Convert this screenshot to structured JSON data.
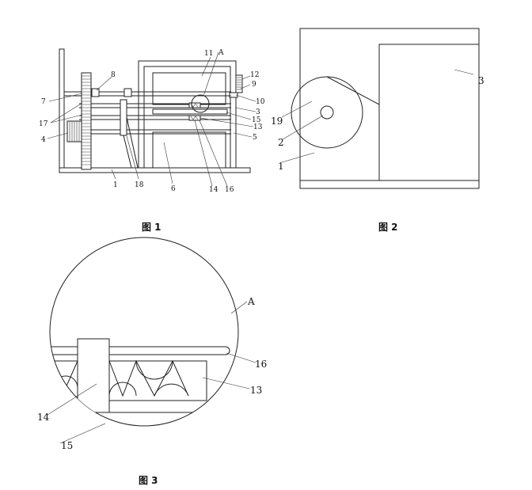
{
  "figures": {
    "fig1": {
      "caption": "图 1",
      "labels": {
        "l1": "1",
        "l3": "3",
        "l4": "4",
        "l5": "5",
        "l6": "6",
        "l7": "7",
        "l8": "8",
        "l9": "9",
        "l10": "10",
        "l11": "11",
        "l12": "12",
        "l13": "13",
        "l14": "14",
        "l15": "15",
        "l16": "16",
        "l17": "17",
        "l18": "18",
        "lA": "A"
      }
    },
    "fig2": {
      "caption": "图 2",
      "labels": {
        "l1": "1",
        "l2": "2",
        "l3": "3",
        "l19": "19"
      }
    },
    "fig3": {
      "caption": "图 3",
      "labels": {
        "lA": "A",
        "l13": "13",
        "l14": "14",
        "l15": "15",
        "l16": "16"
      }
    }
  }
}
